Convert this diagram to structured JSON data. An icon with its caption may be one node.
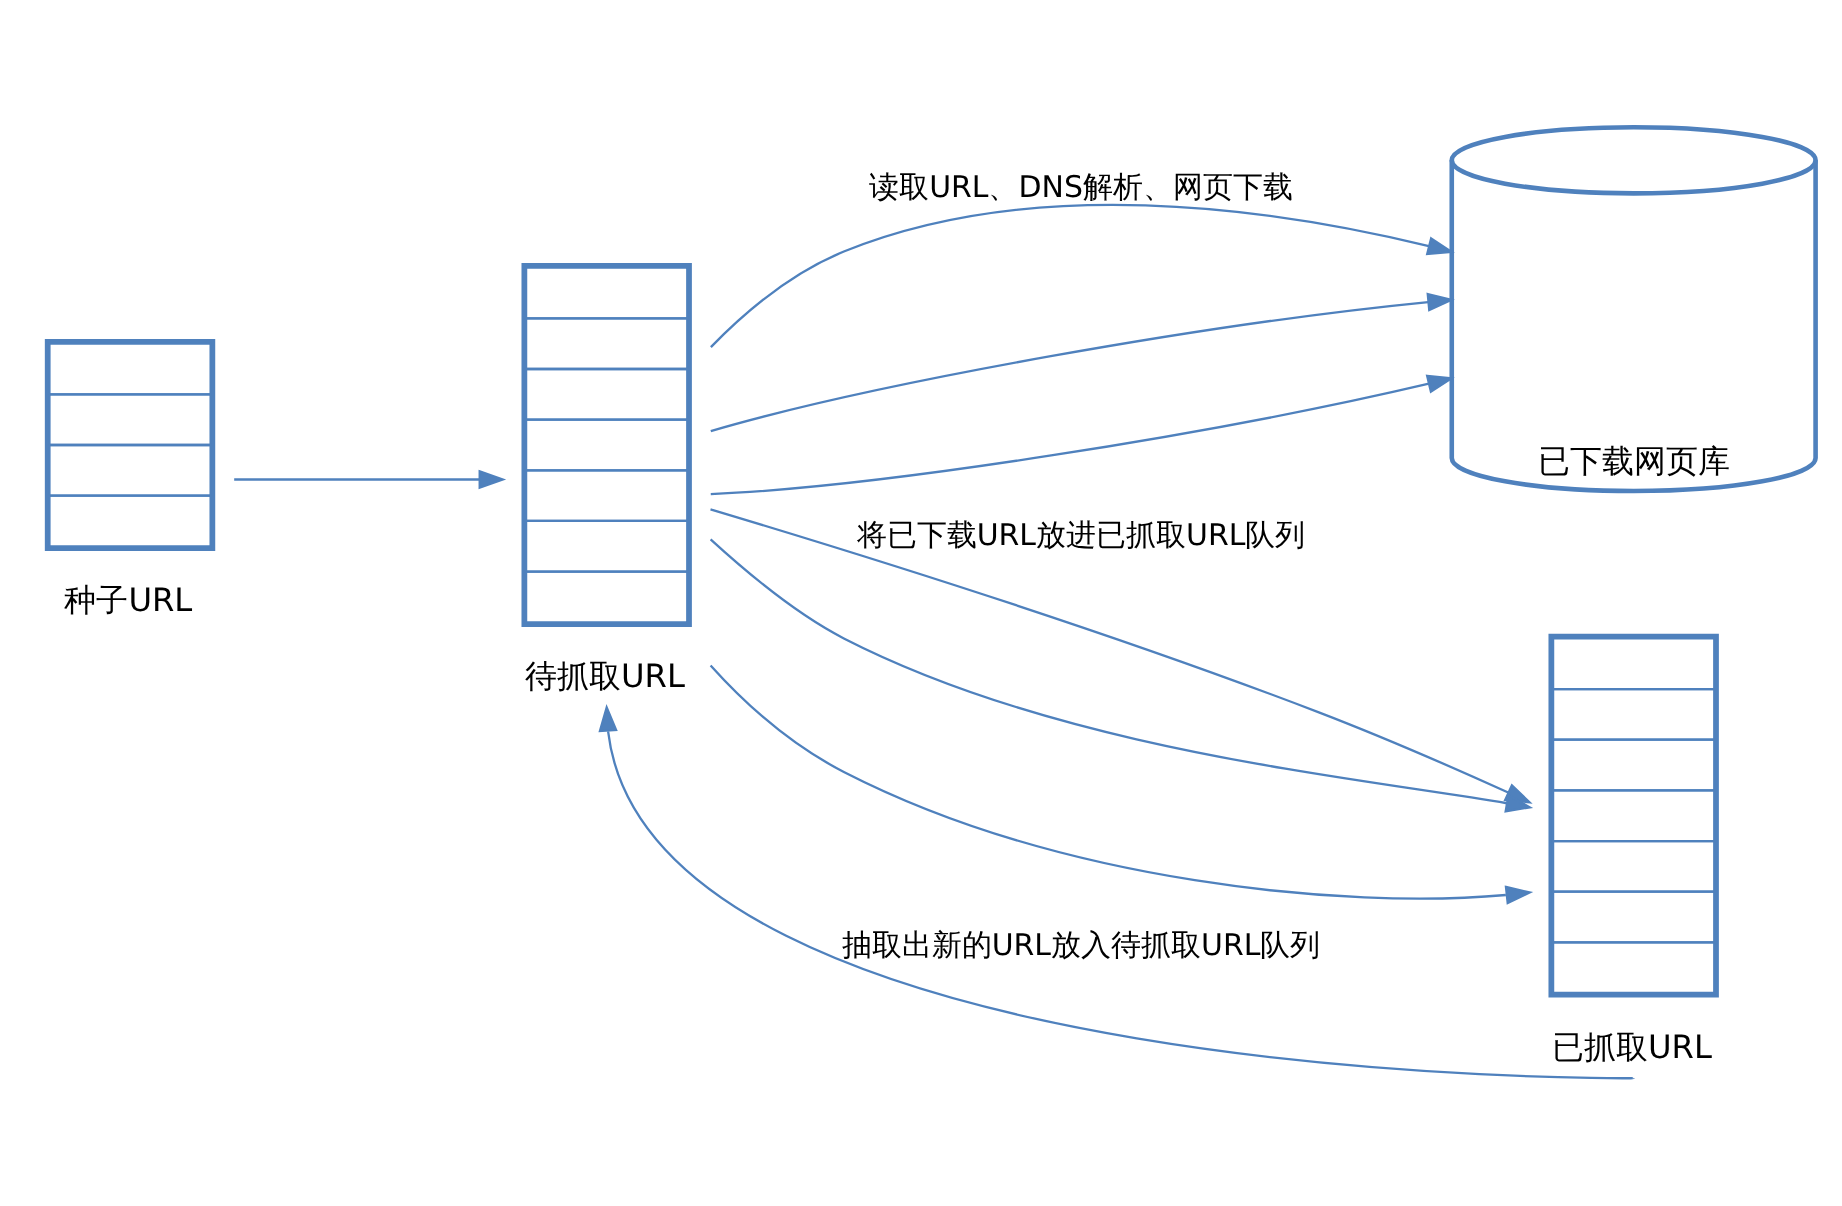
{
  "diagram": {
    "nodes": [
      {
        "text": [
          "种子URL"
        ]
      },
      {
        "text": [
          "待抓取URL"
        ]
      },
      {
        "text": [
          "已下载网页库"
        ]
      },
      {
        "text": [
          "已抓取URL"
        ]
      }
    ],
    "edges": [
      {
        "from": 0,
        "to": 1,
        "arrow": "to"
      },
      {
        "from": 1,
        "to": 2,
        "arrow": "to",
        "label": "读取URL、DNS解析、网页下载"
      },
      {
        "from": 1,
        "to": 2,
        "arrow": "to"
      },
      {
        "from": 1,
        "to": 2,
        "arrow": "to"
      },
      {
        "from": 1,
        "to": 3,
        "arrow": "to",
        "label": "将已下载URL放进已抓取URL队列"
      },
      {
        "from": 1,
        "to": 3,
        "arrow": "to"
      },
      {
        "from": 1,
        "to": 3,
        "arrow": "to"
      },
      {
        "from": 3,
        "to": 1,
        "arrow": "to",
        "label": "抽取出新的URL放入待抓取URL队列"
      }
    ]
  }
}
